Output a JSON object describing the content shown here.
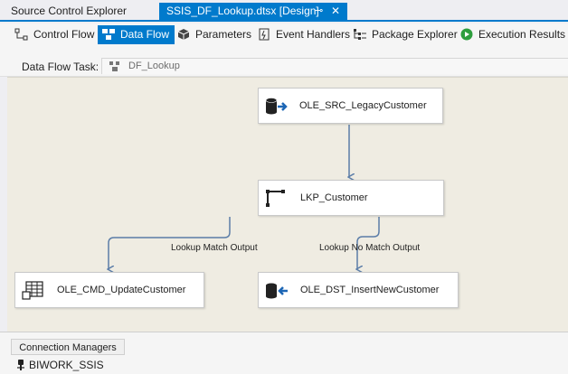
{
  "document_tabs": [
    {
      "label": "Source Control Explorer",
      "active": false
    },
    {
      "label": "SSIS_DF_Lookup.dtsx [Design]",
      "active": true
    }
  ],
  "tab_pin_icon": "pin-icon",
  "tab_close_icon": "close-icon",
  "designer_tabs": [
    {
      "label": "Control Flow",
      "icon": "control-flow-icon",
      "active": false
    },
    {
      "label": "Data Flow",
      "icon": "data-flow-icon",
      "active": true
    },
    {
      "label": "Parameters",
      "icon": "parameters-icon",
      "active": false
    },
    {
      "label": "Event Handlers",
      "icon": "event-handlers-icon",
      "active": false
    },
    {
      "label": "Package Explorer",
      "icon": "package-explorer-icon",
      "active": false
    },
    {
      "label": "Execution Results",
      "icon": "execution-results-icon",
      "active": false
    }
  ],
  "task": {
    "label": "Data Flow Task:",
    "value": "DF_Lookup"
  },
  "nodes": {
    "source": {
      "label": "OLE_SRC_LegacyCustomer",
      "icon": "ole-db-source-icon"
    },
    "lookup": {
      "label": "LKP_Customer",
      "icon": "lookup-icon"
    },
    "command": {
      "label": "OLE_CMD_UpdateCustomer",
      "icon": "ole-db-command-icon"
    },
    "destination": {
      "label": "OLE_DST_InsertNewCustomer",
      "icon": "ole-db-destination-icon"
    }
  },
  "connectors": {
    "match": "Lookup Match Output",
    "no_match": "Lookup No Match Output"
  },
  "connection_managers": {
    "tab_label": "Connection Managers",
    "items": [
      {
        "label": "BIWORK_SSIS",
        "icon": "connection-icon"
      }
    ]
  },
  "colors": {
    "accent": "#007acc",
    "canvas": "#efece2",
    "connector": "#5b7da8"
  }
}
